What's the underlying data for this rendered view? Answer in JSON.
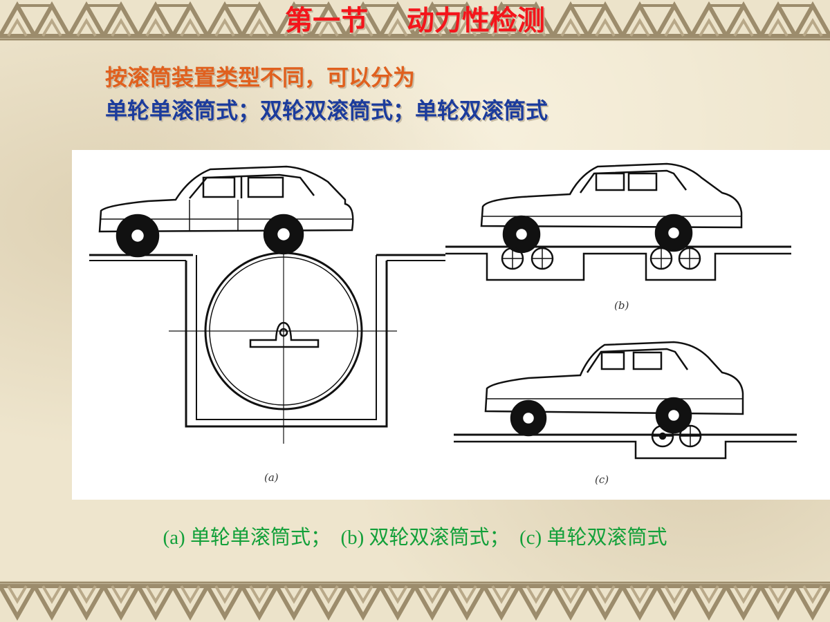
{
  "title": "第一节    动力性检测",
  "subtitle": {
    "line1": "按滚筒装置类型不同，可以分为",
    "line2": "单轮单滚筒式；双轮双滚筒式；单轮双滚筒式"
  },
  "figure": {
    "label_a": "(a)",
    "label_b": "(b)",
    "label_c": "(c)"
  },
  "caption": "(a) 单轮单滚筒式；  (b) 双轮双滚筒式；  (c) 单轮双滚筒式",
  "colors": {
    "title": "#f4151b",
    "subtitle1": "#e0601e",
    "subtitle2": "#1c3c9c",
    "caption": "#13a03a"
  }
}
